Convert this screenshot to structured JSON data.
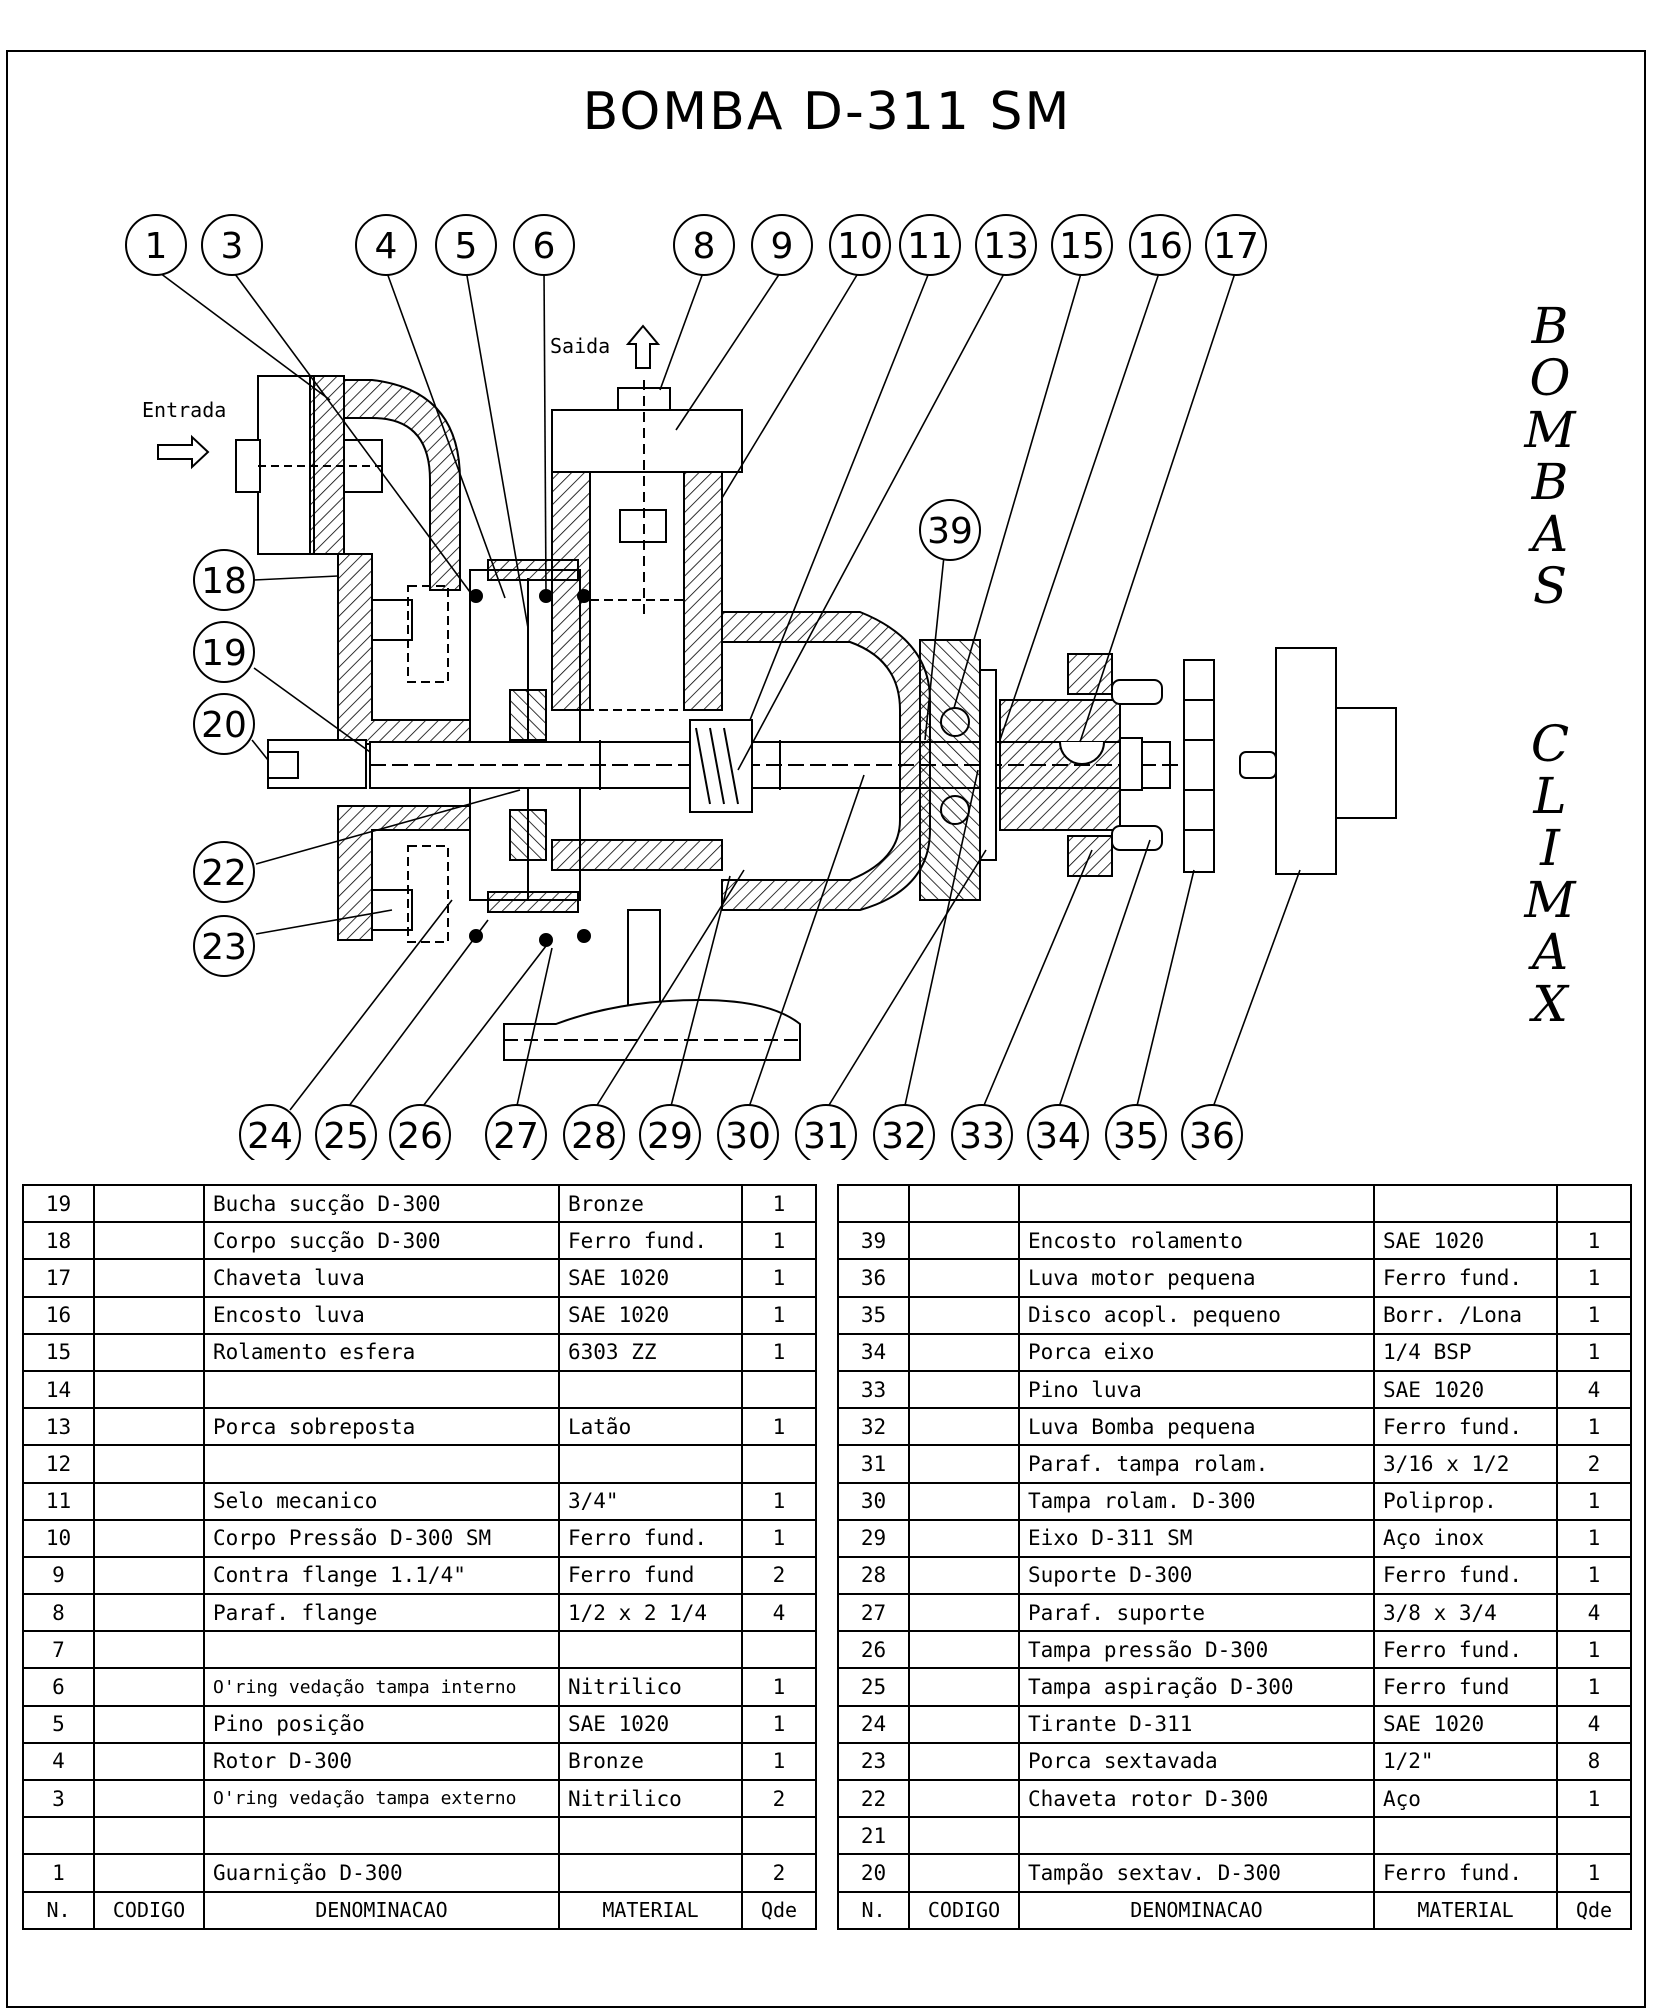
{
  "title": "BOMBA  D-311 SM",
  "brand": {
    "word1": [
      "B",
      "O",
      "M",
      "B",
      "A",
      "S"
    ],
    "word2": [
      "C",
      "L",
      "I",
      "M",
      "A",
      "X"
    ]
  },
  "labels": {
    "entrada": "Entrada",
    "saida": "Saida"
  },
  "balloons_top": [
    "1",
    "3",
    "4",
    "5",
    "6",
    "8",
    "9",
    "10",
    "11",
    "13",
    "15",
    "16",
    "17"
  ],
  "balloons_left": [
    "18",
    "19",
    "20",
    "22",
    "23"
  ],
  "balloon_mid": "39",
  "balloons_bottom": [
    "24",
    "25",
    "26",
    "27",
    "28",
    "29",
    "30",
    "31",
    "32",
    "33",
    "34",
    "35",
    "36"
  ],
  "table_headers": {
    "n": "N.",
    "codigo": "CODIGO",
    "denominacao": "DENOMINACAO",
    "material": "MATERIAL",
    "qde": "Qde"
  },
  "left_table": [
    {
      "n": "19",
      "cod": "",
      "den": "Bucha sucção D-300",
      "mat": "Bronze",
      "qde": "1"
    },
    {
      "n": "18",
      "cod": "",
      "den": "Corpo sucção D-300",
      "mat": "Ferro fund.",
      "qde": "1"
    },
    {
      "n": "17",
      "cod": "",
      "den": "Chaveta luva",
      "mat": "SAE 1020",
      "qde": "1"
    },
    {
      "n": "16",
      "cod": "",
      "den": "Encosto luva",
      "mat": "SAE 1020",
      "qde": "1"
    },
    {
      "n": "15",
      "cod": "",
      "den": "Rolamento esfera",
      "mat": "6303 ZZ",
      "qde": "1"
    },
    {
      "n": "14",
      "cod": "",
      "den": "",
      "mat": "",
      "qde": ""
    },
    {
      "n": "13",
      "cod": "",
      "den": "Porca sobreposta",
      "mat": "Latão",
      "qde": "1"
    },
    {
      "n": "12",
      "cod": "",
      "den": "",
      "mat": "",
      "qde": ""
    },
    {
      "n": "11",
      "cod": "",
      "den": "Selo mecanico",
      "mat": "3/4\"",
      "qde": "1"
    },
    {
      "n": "10",
      "cod": "",
      "den": "Corpo Pressão D-300 SM",
      "mat": "Ferro fund.",
      "qde": "1"
    },
    {
      "n": "9",
      "cod": "",
      "den": "Contra flange 1.1/4\"",
      "mat": "Ferro fund",
      "qde": "2"
    },
    {
      "n": "8",
      "cod": "",
      "den": "Paraf. flange",
      "mat": "1/2 x 2 1/4",
      "qde": "4"
    },
    {
      "n": "7",
      "cod": "",
      "den": "",
      "mat": "",
      "qde": ""
    },
    {
      "n": "6",
      "cod": "",
      "den": "O'ring vedação tampa interno",
      "mat": "Nitrilico",
      "qde": "1"
    },
    {
      "n": "5",
      "cod": "",
      "den": "Pino posição",
      "mat": "SAE 1020",
      "qde": "1"
    },
    {
      "n": "4",
      "cod": "",
      "den": "Rotor D-300",
      "mat": "Bronze",
      "qde": "1"
    },
    {
      "n": "3",
      "cod": "",
      "den": "O'ring vedação tampa externo",
      "mat": "Nitrilico",
      "qde": "2"
    },
    {
      "n": "",
      "cod": "",
      "den": "",
      "mat": "",
      "qde": ""
    },
    {
      "n": "1",
      "cod": "",
      "den": "Guarnição D-300",
      "mat": "",
      "qde": "2"
    }
  ],
  "right_table": [
    {
      "n": "",
      "cod": "",
      "den": "",
      "mat": "",
      "qde": ""
    },
    {
      "n": "39",
      "cod": "",
      "den": "Encosto rolamento",
      "mat": "SAE 1020",
      "qde": "1"
    },
    {
      "n": "36",
      "cod": "",
      "den": "Luva motor pequena",
      "mat": "Ferro fund.",
      "qde": "1"
    },
    {
      "n": "35",
      "cod": "",
      "den": "Disco acopl. pequeno",
      "mat": "Borr. /Lona",
      "qde": "1"
    },
    {
      "n": "34",
      "cod": "",
      "den": "Porca eixo",
      "mat": "1/4 BSP",
      "qde": "1"
    },
    {
      "n": "33",
      "cod": "",
      "den": "Pino luva",
      "mat": "SAE 1020",
      "qde": "4"
    },
    {
      "n": "32",
      "cod": "",
      "den": "Luva Bomba pequena",
      "mat": "Ferro fund.",
      "qde": "1"
    },
    {
      "n": "31",
      "cod": "",
      "den": "Paraf. tampa rolam.",
      "mat": "3/16 x 1/2",
      "qde": "2"
    },
    {
      "n": "30",
      "cod": "",
      "den": "Tampa rolam. D-300",
      "mat": "Poliprop.",
      "qde": "1"
    },
    {
      "n": "29",
      "cod": "",
      "den": "Eixo D-311 SM",
      "mat": "Aço inox",
      "qde": "1"
    },
    {
      "n": "28",
      "cod": "",
      "den": "Suporte D-300",
      "mat": "Ferro fund.",
      "qde": "1"
    },
    {
      "n": "27",
      "cod": "",
      "den": "Paraf. suporte",
      "mat": "3/8 x 3/4",
      "qde": "4"
    },
    {
      "n": "26",
      "cod": "",
      "den": "Tampa pressão D-300",
      "mat": "Ferro fund.",
      "qde": "1"
    },
    {
      "n": "25",
      "cod": "",
      "den": "Tampa aspiração D-300",
      "mat": "Ferro fund",
      "qde": "1"
    },
    {
      "n": "24",
      "cod": "",
      "den": "Tirante D-311",
      "mat": "SAE 1020",
      "qde": "4"
    },
    {
      "n": "23",
      "cod": "",
      "den": "Porca sextavada",
      "mat": "1/2\"",
      "qde": "8"
    },
    {
      "n": "22",
      "cod": "",
      "den": "Chaveta rotor D-300",
      "mat": "Aço",
      "qde": "1"
    },
    {
      "n": "21",
      "cod": "",
      "den": "",
      "mat": "",
      "qde": ""
    },
    {
      "n": "20",
      "cod": "",
      "den": "Tampão sextav. D-300",
      "mat": "Ferro fund.",
      "qde": "1"
    }
  ]
}
